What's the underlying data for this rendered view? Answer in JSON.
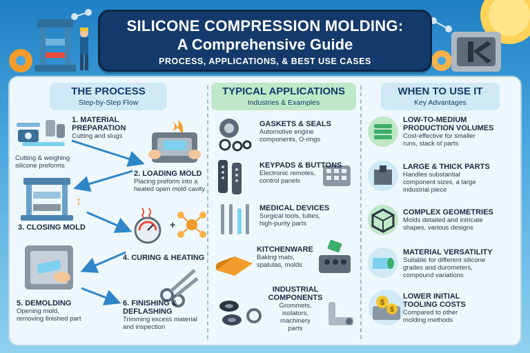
{
  "title": {
    "line1": "SILICONE COMPRESSION MOLDING:",
    "line2": "A Comprehensive Guide",
    "line3": "PROCESS, APPLICATIONS, & BEST USE CASES"
  },
  "columns": {
    "process": {
      "heading": "THE PROCESS",
      "subheading": "Step-by-Step Flow",
      "steps": [
        {
          "title1": "1. MATERIAL",
          "title2": "PREPARATION",
          "desc": "Cutting and slugs",
          "extra1": "Cutting & weighing",
          "extra2": "silicone preforms"
        },
        {
          "title": "2. LOADING MOLD",
          "desc1": "Placing preform into a",
          "desc2": "heated open mold cavity"
        },
        {
          "title": "3. CLOSING MOLD"
        },
        {
          "title": "4. CURING & HEATING"
        },
        {
          "title": "5. DEMOLDING",
          "desc1": "Opening mold,",
          "desc2": "removing finished part"
        },
        {
          "title1": "6. FINISHING &",
          "title2": "DEFLASHING",
          "desc1": "Trimming excess material",
          "desc2": "and inspection"
        }
      ]
    },
    "applications": {
      "heading": "TYPICAL APPLICATIONS",
      "subheading": "Industries & Examples",
      "items": [
        {
          "title": "GASKETS & SEALS",
          "desc1": "Automotive engine",
          "desc2": "components, O-rings"
        },
        {
          "title": "KEYPADS & BUTTONS",
          "desc1": "Electronic remotes,",
          "desc2": "control panels"
        },
        {
          "title": "MEDICAL DEVICES",
          "desc1": "Surgical tools, tubes,",
          "desc2": "high-purity parts"
        },
        {
          "title": "KITCHENWARE",
          "desc1": "Baking mats,",
          "desc2": "spatulas, molds"
        },
        {
          "title1": "INDUSTRIAL",
          "title2": "COMPONENTS",
          "desc1": "Grommets, isolators,",
          "desc2": "machinery",
          "desc3": "parts"
        }
      ]
    },
    "advantages": {
      "heading": "WHEN TO USE IT",
      "subheading": "Key Advantages",
      "items": [
        {
          "title1": "LOW-TO-MEDIUM",
          "title2": "PRODUCTION VOLUMES",
          "desc1": "Cost-effective for smaller",
          "desc2": "runs, stack of parts"
        },
        {
          "title": "LARGE & THICK PARTS",
          "desc1": "Handles substantial",
          "desc2": "component sizes, a large",
          "desc3": "industrial piece"
        },
        {
          "title": "COMPLEX GEOMETRIES",
          "desc1": "Molds detailed and intricate",
          "desc2": "shapes, various designs"
        },
        {
          "title": "MATERIAL VERSATILITY",
          "desc1": "Suitable for different silicone",
          "desc2": "grades and durometers,",
          "desc3": "compound variations"
        },
        {
          "title1": "LOWER INITIAL",
          "title2": "TOOLING COSTS",
          "desc1": "Compared to other",
          "desc2": "molding methods"
        }
      ]
    }
  },
  "colors": {
    "navy": "#143a6b",
    "process_head": "#cfeaf6",
    "apps_head": "#bfe8c8",
    "adv_head": "#cfeaf6",
    "arrow": "#2f86c8",
    "accent_orange": "#f39b2b",
    "accent_green": "#3fae6a"
  },
  "icons": [
    "press-machine-icon",
    "worker-icon",
    "gear-icon",
    "sun-icon",
    "scale-icon",
    "mold-icon",
    "press-icon",
    "gauge-icon",
    "molecule-icon",
    "scissors-icon",
    "gasket-icon",
    "remote-icon",
    "medical-tools-icon",
    "baking-mat-icon",
    "grommet-icon",
    "stack-icon",
    "block-icon",
    "cube-icon",
    "roll-icon",
    "coins-icon"
  ]
}
